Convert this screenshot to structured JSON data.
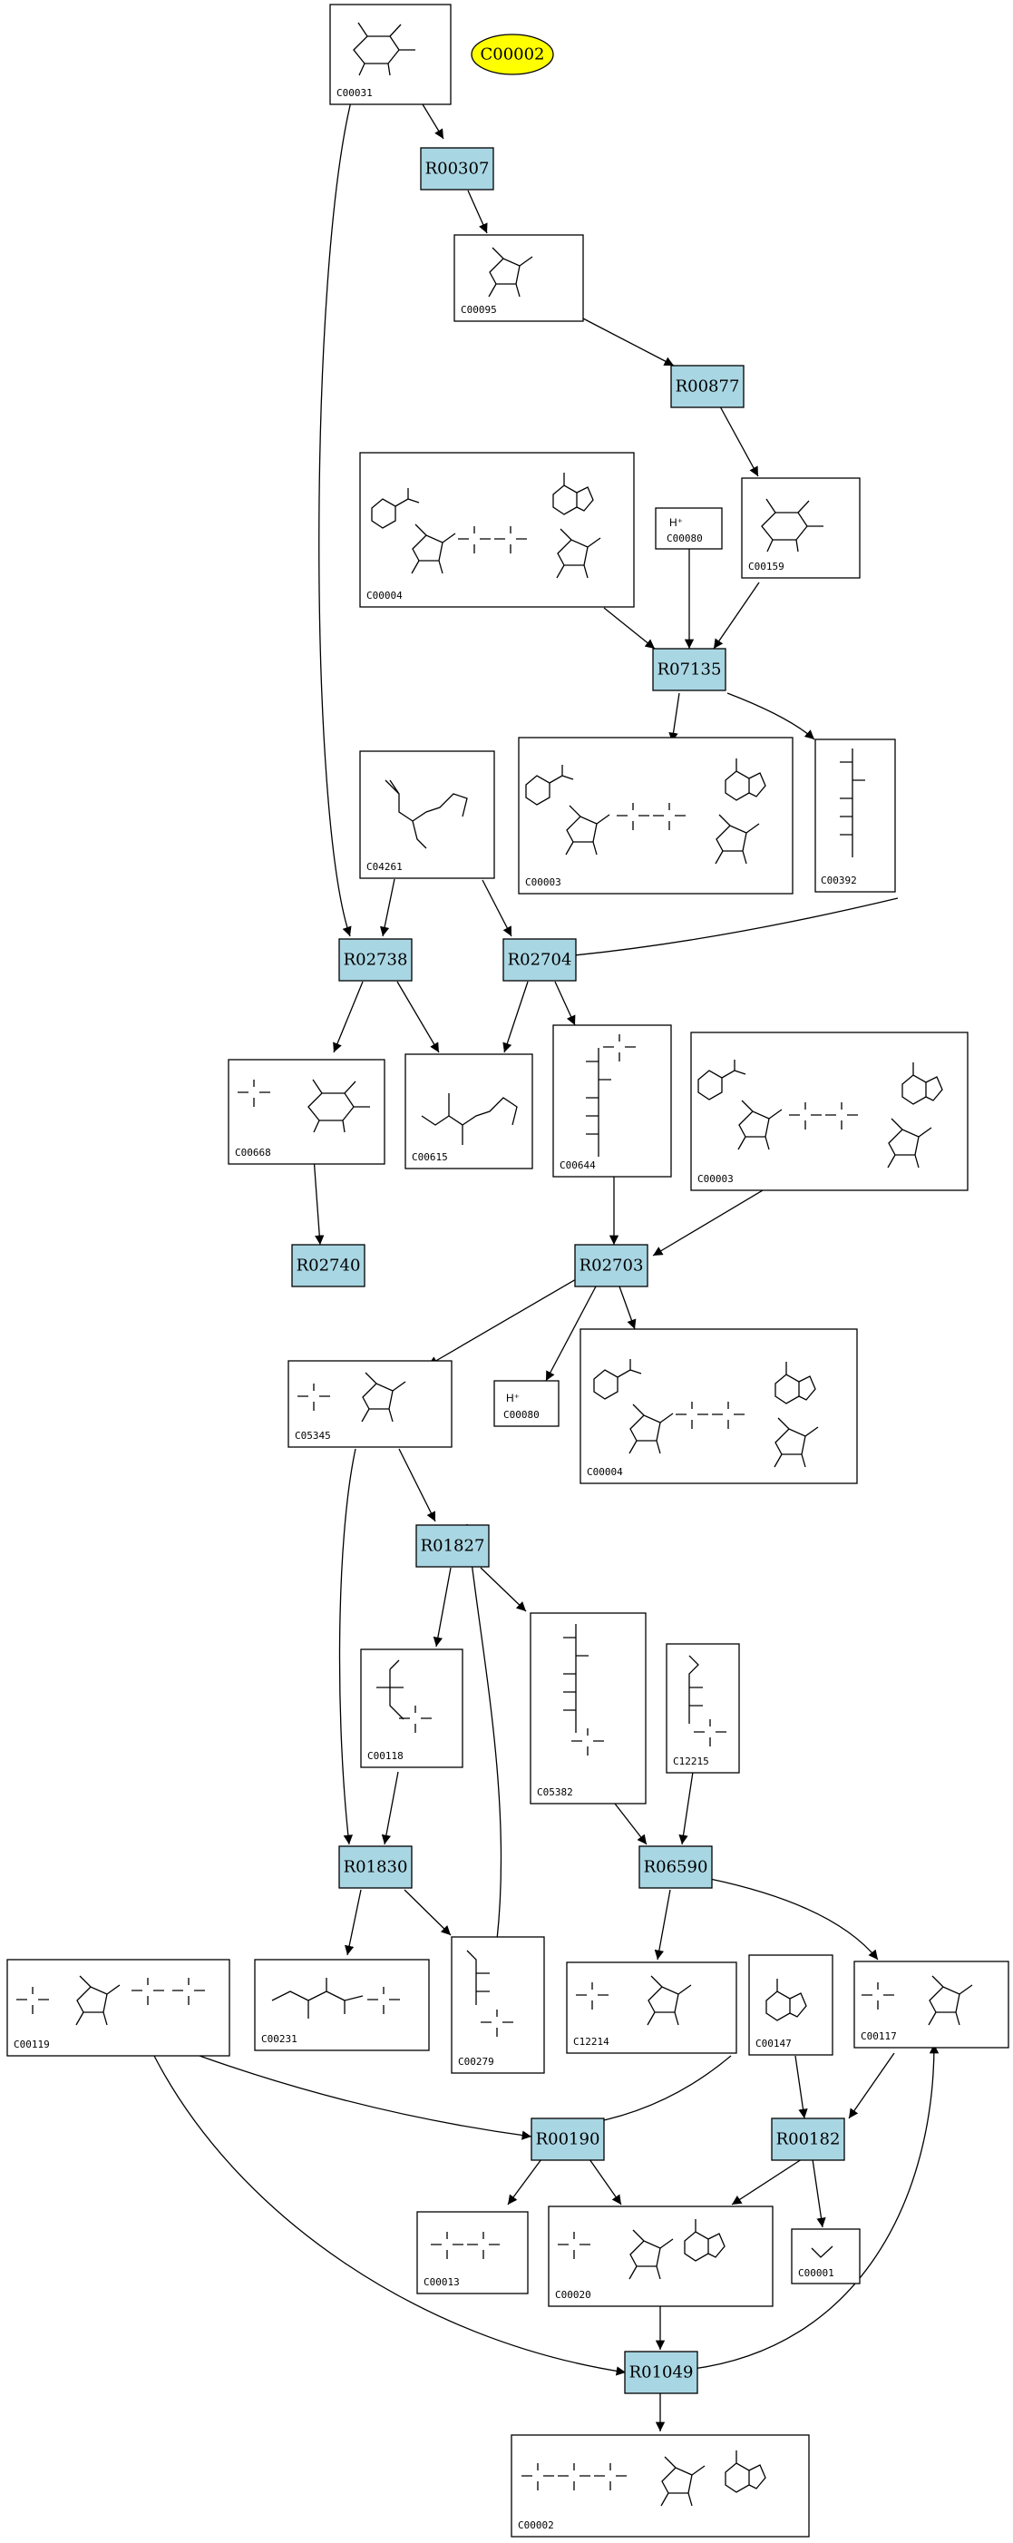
{
  "legend": {
    "label": "C00002",
    "color": "#ffff00"
  },
  "colors": {
    "reaction_fill": "#a9d6e3",
    "compound_fill": "#ffffff",
    "edge": "#000000"
  },
  "reactions": {
    "R00307": "R00307",
    "R00877": "R00877",
    "R07135": "R07135",
    "R02738": "R02738",
    "R02704": "R02704",
    "R02740": "R02740",
    "R02703": "R02703",
    "R01827": "R01827",
    "R01830": "R01830",
    "R06590": "R06590",
    "R00190": "R00190",
    "R00182": "R00182",
    "R01049": "R01049"
  },
  "compounds": {
    "C00031": "C00031",
    "C00095": "C00095",
    "C00159": "C00159",
    "C00004a": "C00004",
    "C00080a": "C00080",
    "C00080a_formula": "H⁺",
    "C00003a": "C00003",
    "C00392": "C00392",
    "C04261": "C04261",
    "C00668": "C00668",
    "C00615": "C00615",
    "C00644": "C00644",
    "C00003b": "C00003",
    "C05345": "C05345",
    "C00080b": "C00080",
    "C00080b_formula": "H⁺",
    "C00004b": "C00004",
    "C00118": "C00118",
    "C05382": "C05382",
    "C12215": "C12215",
    "C00119": "C00119",
    "C00231": "C00231",
    "C00279": "C00279",
    "C12214": "C12214",
    "C00147": "C00147",
    "C00117": "C00117",
    "C00013": "C00013",
    "C00020": "C00020",
    "C00001": "C00001",
    "C00002": "C00002"
  }
}
